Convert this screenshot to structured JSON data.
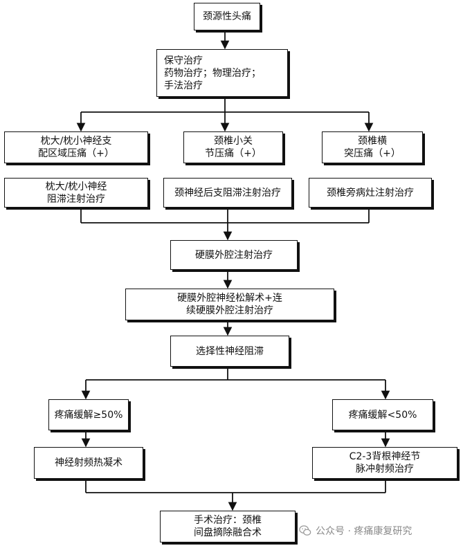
{
  "nodes": {
    "start": "颈源性头痛",
    "conservative": "保守治疗\n药物治疗；物理治疗；\n手法治疗",
    "branch_left": "枕大/枕小神经支\n配区域压痛（+）",
    "branch_mid": "颈椎小关\n节压痛（+）",
    "branch_right": "颈椎横\n突压痛（+）",
    "tx_left": "枕大/枕小神经\n阻滞注射治疗",
    "tx_mid": "颈神经后支阻滞注射治疗",
    "tx_right": "颈椎旁病灶注射治疗",
    "epidural": "硬膜外腔注射治疗",
    "lysis": "硬膜外腔神经松解术+连\n续硬膜外腔注射治疗",
    "selective": "选择性神经阻滞",
    "relief_ge": "疼痛缓解≥50%",
    "relief_lt": "疼痛缓解<50%",
    "rf_ablation": "神经射频热凝术",
    "pulsed_rf": "C2-3背根神经节\n脉冲射频治疗",
    "surgery": "手术治疗：颈椎\n间盘摘除融合术"
  },
  "watermark": {
    "text": "公众号 · 疼痛康复研究",
    "icon": "wechat-icon"
  }
}
